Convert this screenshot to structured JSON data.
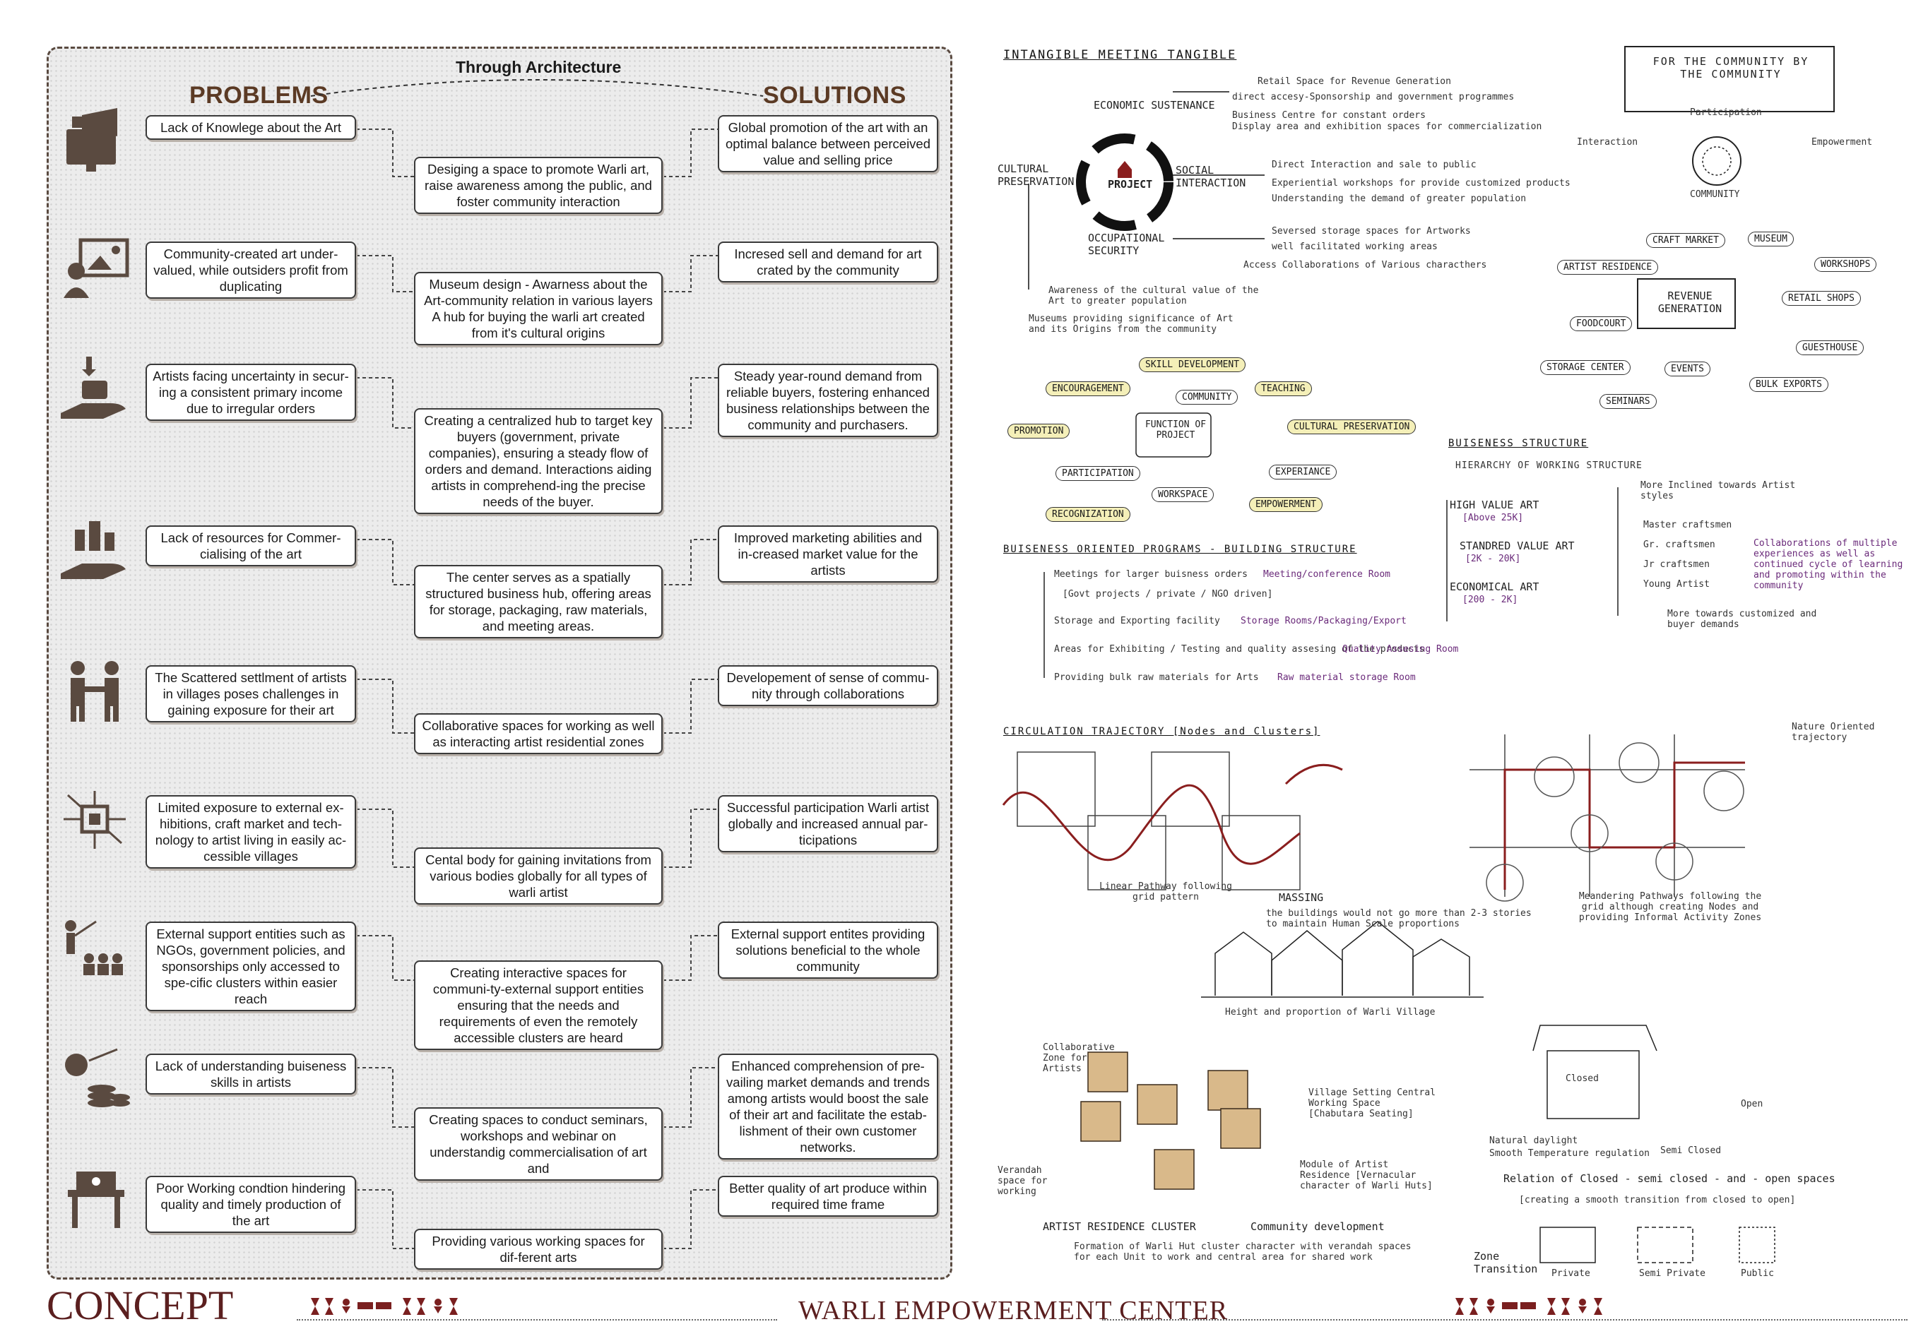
{
  "header": {
    "problems": "PROBLEMS",
    "solutions": "SOLUTIONS",
    "through": "Through Architecture"
  },
  "rows": [
    {
      "icon": "megaphone-monitor-icon",
      "problem": "Lack of Knowlege about the Art",
      "middle": "Desiging a space to promote Warli art, raise awareness among the public, and foster community interaction",
      "solution": "Global promotion of the art with an optimal balance between perceived value and selling price"
    },
    {
      "icon": "presenter-image-icon",
      "problem": "Community-created art under-valued, while outsiders profit from duplicating",
      "middle": "Museum design - Awarness about the Art-community relation in various layers A hub for buying the warli art created from it's cultural origins",
      "solution": "Incresed sell and demand for art crated by the community"
    },
    {
      "icon": "hand-coins-icon",
      "problem": "Artists facing uncertainty in secur-ing a consistent primary income due to irregular orders",
      "middle": "Creating a centralized hub to target key buyers (government, private companies), ensuring a steady flow of orders and demand. Interactions aiding artists in comprehend-ing the precise needs of the buyer.",
      "solution": "Steady year-round demand from reliable buyers, fostering enhanced business relationships between the community and purchasers."
    },
    {
      "icon": "hand-city-icon",
      "problem": "Lack of resources for Commer-cialising of the art",
      "middle": "The center serves as a spatially structured business hub, offering areas for storage, packaging, raw materials, and meeting areas.",
      "solution": "Improved marketing abilities and in-creased market value for the artists"
    },
    {
      "icon": "people-handshake-icon",
      "problem": "The Scattered settlment of artists in villages poses challenges in gaining exposure for their art",
      "middle": "Collaborative spaces for working as well as interacting artist residential zones",
      "solution": "Developement of sense of commu-nity through collaborations"
    },
    {
      "icon": "network-chip-icon",
      "problem": "Limited exposure to external ex-hibitions, craft market and tech-nology to artist living in easily ac-cessible villages",
      "middle": "Cental body for gaining invitations from various bodies globally for all types of warli artist",
      "solution": "Successful participation Warli artist globally and increased annual par-ticipations"
    },
    {
      "icon": "presentation-audience-icon",
      "problem": "External support entities such as NGOs, government policies, and sponsorships only accessed to spe-cific clusters within easier reach",
      "middle": "Creating interactive spaces for communi-ty-external support entities ensuring that the needs and requirements of even the remotely accessible clusters are heard",
      "solution": "External support entites providing solutions beneficial to the whole community"
    },
    {
      "icon": "coin-stack-growth-icon",
      "problem": "Lack of understanding buiseness skills in artists",
      "middle": "Creating spaces to conduct seminars, workshops and webinar on understandig commercialisation of art and",
      "solution": "Enhanced comprehension of pre-vailing market demands and trends among artists would boost the sale of their art and facilitate the estab-lishment of their own customer networks."
    },
    {
      "icon": "workbench-icon",
      "problem": "Poor Working condtion hindering quality and timely production of the art",
      "middle": "Providing various working spaces for dif-ferent arts",
      "solution": "Better quality of art produce within required time frame"
    }
  ],
  "footer": {
    "left_title": "CONCEPT",
    "center_title": "WARLI EMPOWERMENT CENTER"
  },
  "sketch": {
    "s1_title": "INTANGIBLE MEETING TANGIBLE",
    "project": "PROJECT",
    "economic": "ECONOMIC SUSTENANCE",
    "cultural": "CULTURAL PRESERVATION",
    "social": "SOCIAL INTERACTION",
    "occupational": "OCCUPATIONAL SECURITY",
    "econ_notes": [
      "Retail Space for Revenue Generation",
      "direct accesy-Sponsorship and government programmes",
      "Business Centre for constant orders",
      "Display area and exhibition spaces for commercialization"
    ],
    "social_notes": [
      "Direct Interaction and sale to public",
      "Experiential workshops for provide customized products",
      "Understanding the demand of greater population"
    ],
    "occ_notes": [
      "Seversed storage spaces for Artworks",
      "well facilitated working areas",
      "Access Collaborations of Various characthers"
    ],
    "cult_notes": [
      "Awareness of the cultural value of the Art to greater population",
      "Museums providing significance of Art and its Origins from the community"
    ],
    "community_title": "FOR THE COMMUNITY BY THE COMMUNITY",
    "community": "COMMUNITY",
    "interaction": "Interaction",
    "participation": "Participation",
    "empowerment": "Empowerment",
    "revenue": "REVENUE GENERATION",
    "revenue_items": [
      "CRAFT MARKET",
      "MUSEUM",
      "WORKSHOPS",
      "ARTIST RESIDENCE",
      "RETAIL SHOPS",
      "FOODCOURT",
      "GUESTHOUSE",
      "STORAGE CENTER",
      "EVENTS",
      "BULK EXPORTS",
      "SEMINARS"
    ],
    "function": "FUNCTION OF PROJECT",
    "function_items": [
      "SKILL DEVELOPMENT",
      "ENCOURAGEMENT",
      "COMMUNITY",
      "TEACHING",
      "PROMOTION",
      "CULTURAL PRESERVATION",
      "PARTICIPATION",
      "EXPERIANCE",
      "WORKSPACE",
      "EMPOWERMENT",
      "RECOGNIZATION"
    ],
    "s2_title": "BUISENESS STRUCTURE",
    "hierarchy": "HIERARCHY OF WORKING STRUCTURE",
    "tiers": [
      "HIGH VALUE ART",
      "STANDRED VALUE ART",
      "ECONOMICAL ART"
    ],
    "tier_notes": [
      "[Above 25K]",
      "[2K - 20K]",
      "[200 - 2K]"
    ],
    "crafts": [
      "Master craftsmen",
      "Gr. craftsmen",
      "Jr craftsmen",
      "Young Artist"
    ],
    "craft_top": "More Inclined towards Artist styles",
    "craft_bottom": "More towards customized and buyer demands",
    "craft_side": "Collaborations of multiple experiences as well as continued cycle of learning and promoting within the community",
    "s3_title": "BUISENESS ORIENTED PROGRAMS - BUILDING STRUCTURE",
    "programs": [
      "Meetings for larger buisness orders",
      "Storage and Exporting facility",
      "Areas for Exhibiting / Testing and quality assesing of the products",
      "Providing bulk raw materials for Arts"
    ],
    "program_results": [
      "Meeting/conference Room",
      "Storage Rooms/Packaging/Export",
      "Quality Assesing Room",
      "Raw material storage Room"
    ],
    "program_sub": "[Govt projects / private / NGO driven]",
    "s4_title": "CIRCULATION TRAJECTORY [Nodes and Clusters]",
    "linear": "Linear Pathway following grid pattern",
    "nature": "Nature Oriented trajectory",
    "meander": "Meandering Pathways following the grid although creating Nodes and providing Informal Activity Zones",
    "massing": "MASSING",
    "massing_note": "the buildings would not go more than 2-3 stories to maintain Human Scale proportions",
    "village": "Height and proportion of Warli Village",
    "cluster_title": "ARTIST RESIDENCE CLUSTER",
    "cluster_result": "Community development",
    "cluster_note": "Formation of Warli Hut cluster character with verandah spaces for each Unit to work and central area for shared work",
    "collab": "Collaborative Zone for Artists",
    "verandah": "Verandah space for working",
    "village_setting": "Village Setting Central Working Space [Chabutara Seating]",
    "module": "Module of Artist Residence [Vernacular character of Warli Huts]",
    "closed": "Closed",
    "semi": "Semi Closed",
    "open": "Open",
    "daylight": "Natural daylight",
    "temp": "Smooth Temperature regulation",
    "relation": "Relation of Closed - semi closed - and - open spaces",
    "relation_sub": "[creating a smooth transition from closed to open]",
    "zone": "Zone Transition",
    "zones": [
      "Private",
      "Semi Private",
      "Public"
    ]
  }
}
